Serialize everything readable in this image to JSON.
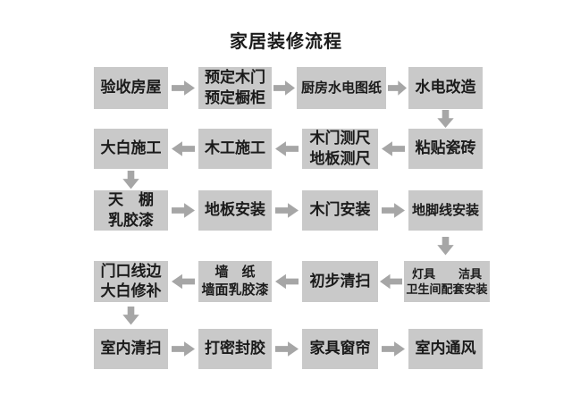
{
  "title": "家居装修流程",
  "colors": {
    "background": "#ffffff",
    "box_fill": "#c9c9c9",
    "arrow": "#a6a6a6",
    "text": "#1b1b1b"
  },
  "flow": {
    "rows": [
      {
        "direction": "right",
        "nodes": [
          [
            "验收房屋"
          ],
          [
            "预定木门",
            "预定橱柜"
          ],
          [
            "厨房水电图纸"
          ],
          [
            "水电改造"
          ]
        ]
      },
      {
        "direction": "left",
        "nodes": [
          [
            "大白施工"
          ],
          [
            "木工施工"
          ],
          [
            "木门测尺",
            "地板测尺"
          ],
          [
            "粘贴瓷砖"
          ]
        ]
      },
      {
        "direction": "right",
        "nodes": [
          [
            "天　棚",
            "乳胶漆"
          ],
          [
            "地板安装"
          ],
          [
            "木门安装"
          ],
          [
            "地脚线安装"
          ]
        ]
      },
      {
        "direction": "left",
        "nodes": [
          [
            "门口线边",
            "大白修补"
          ],
          [
            "墙　纸",
            "墙面乳胶漆"
          ],
          [
            "初步清扫"
          ],
          [
            "灯具　　洁具",
            "卫生间配套安装"
          ]
        ]
      },
      {
        "direction": "right",
        "nodes": [
          [
            "室内清扫"
          ],
          [
            "打密封胶"
          ],
          [
            "家具窗帘"
          ],
          [
            "室内通风"
          ]
        ]
      }
    ],
    "row_connectors": [
      {
        "from_row": 0,
        "to_row": 1,
        "col": 3
      },
      {
        "from_row": 1,
        "to_row": 2,
        "col": 0
      },
      {
        "from_row": 2,
        "to_row": 3,
        "col": 3
      },
      {
        "from_row": 3,
        "to_row": 4,
        "col": 0
      }
    ]
  }
}
